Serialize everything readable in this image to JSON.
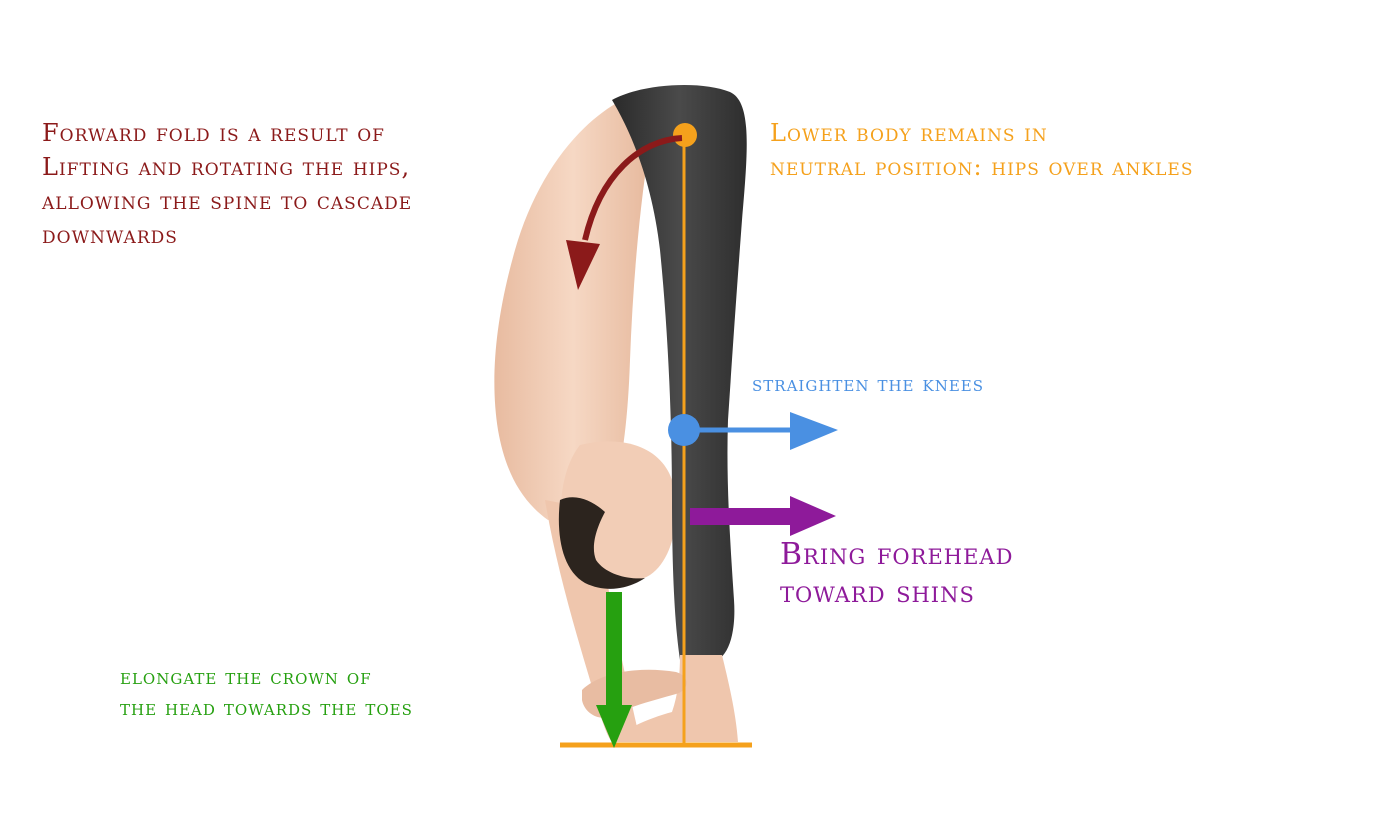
{
  "annotations": {
    "fold": {
      "lines": [
        "Forward fold is a result of",
        "Lifting and rotating the hips,",
        "allowing the spine to cascade",
        "downwards"
      ],
      "color": "#8b1a1a"
    },
    "neutral": {
      "lines": [
        "Lower body remains in",
        "neutral position: hips over ankles"
      ],
      "color": "#f5a11c"
    },
    "knees": {
      "lines": [
        "straighten the knees"
      ],
      "color": "#4a90e2"
    },
    "forehead": {
      "lines": [
        "Bring forehead",
        "toward shins"
      ],
      "color": "#8e1a9a"
    },
    "crown": {
      "lines": [
        "elongate the crown of",
        "the head towards the toes"
      ],
      "color": "#26a010"
    }
  },
  "figure": {
    "description_icon": "forward-fold-person-icon",
    "skin_color": "#f0ccb4",
    "legging_color": "#3a3a3a",
    "hair_color": "#2c241e"
  }
}
